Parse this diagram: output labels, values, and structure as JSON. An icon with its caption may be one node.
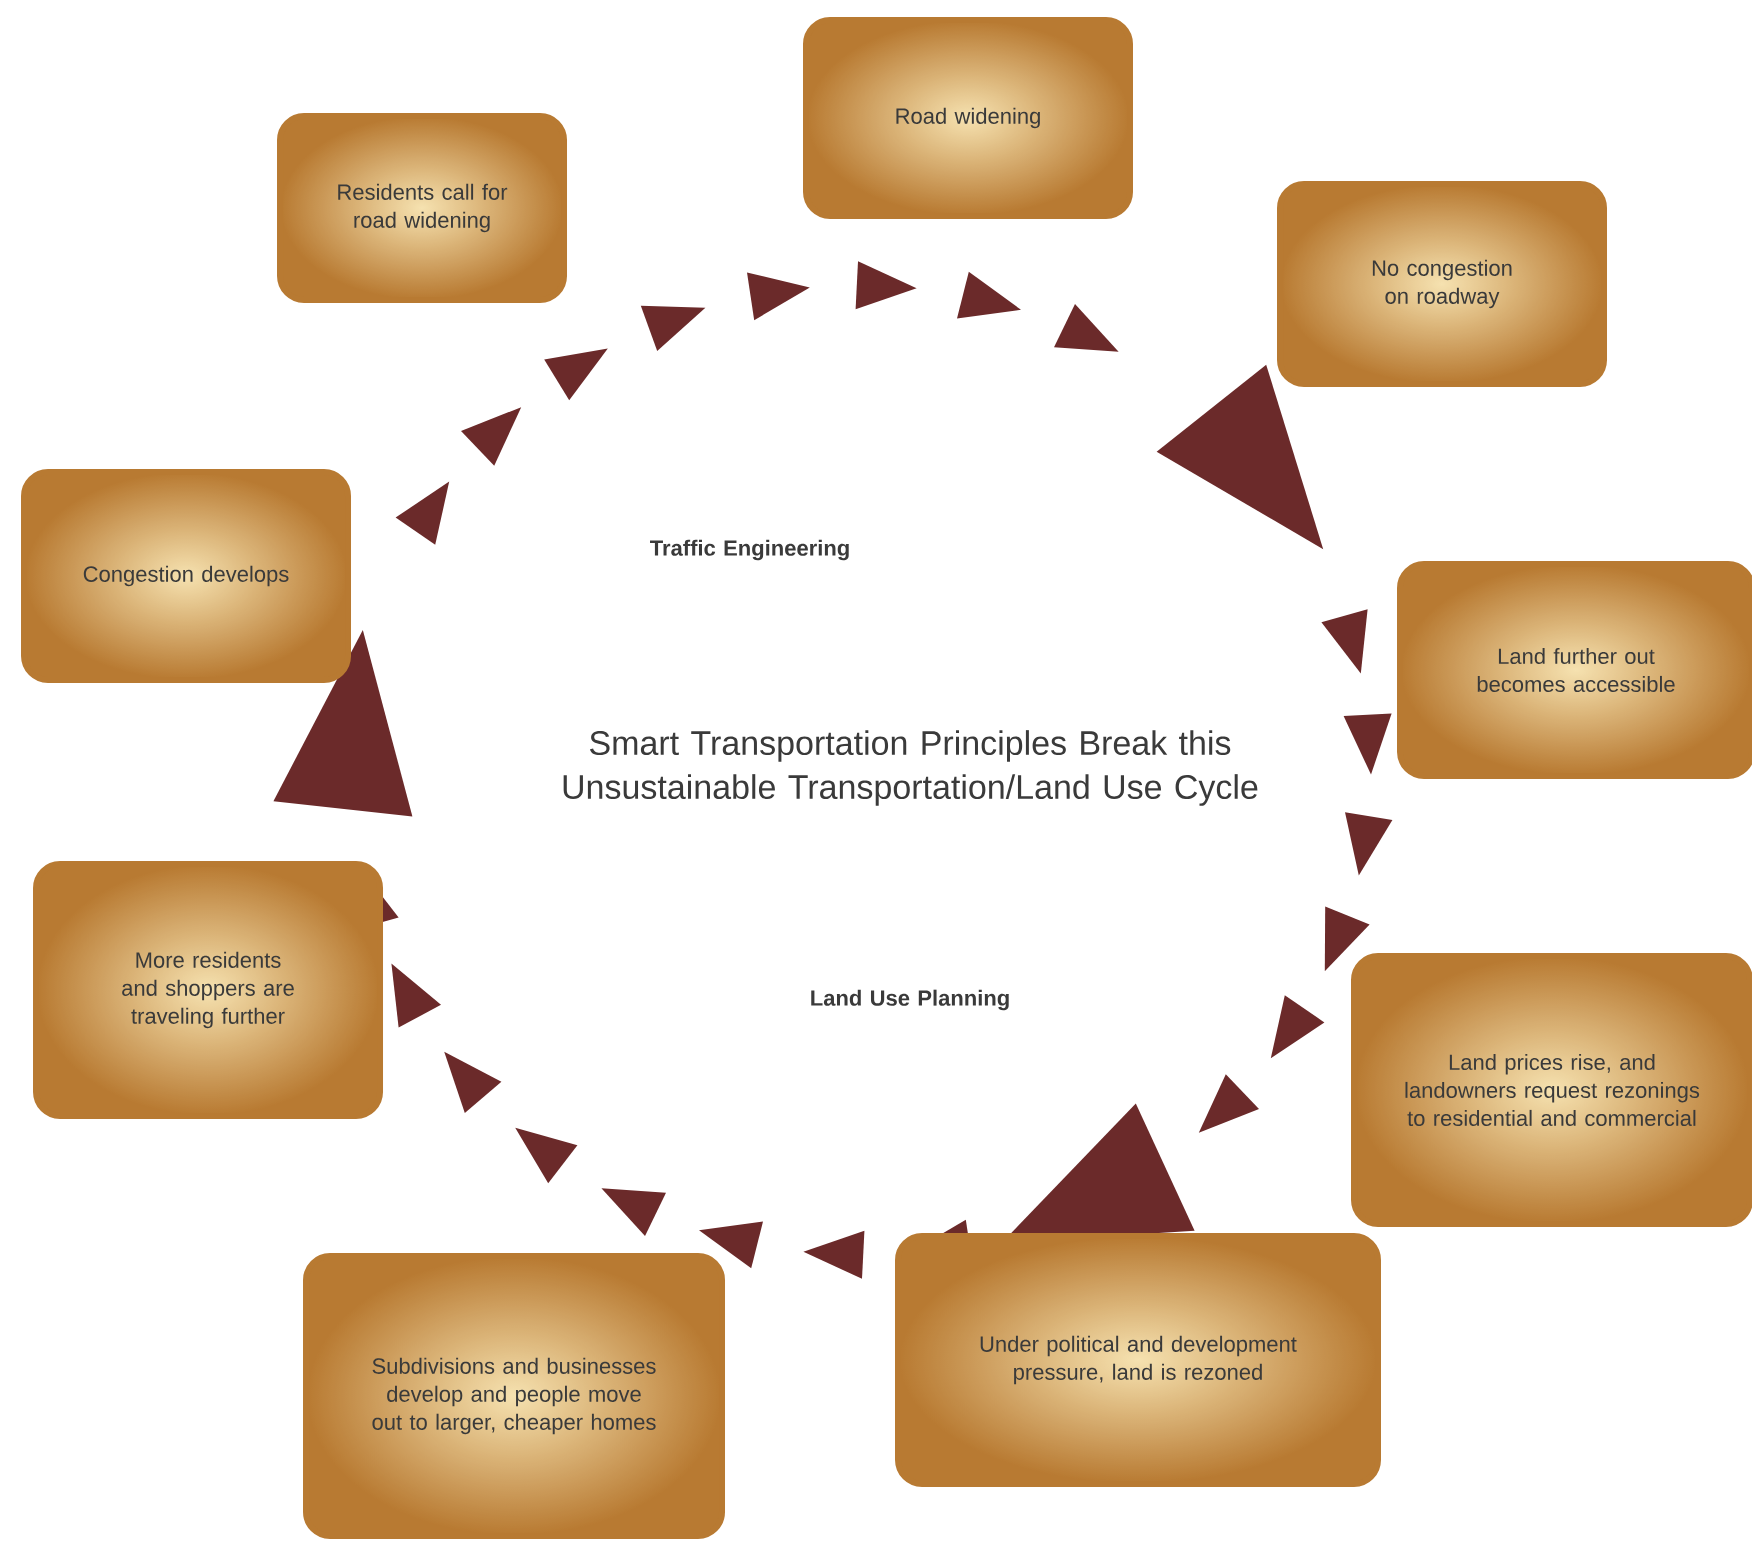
{
  "diagram": {
    "nodes": [
      {
        "text": [
          "Residents call for road widening"
        ]
      },
      {
        "text": [
          "Road widening"
        ]
      },
      {
        "text": [
          "No congestion on roadway"
        ]
      },
      {
        "text": [
          "Land further out becomes accessible"
        ]
      },
      {
        "text": [
          "Land prices rise, and landowners request rezonings to residential and commercial"
        ]
      },
      {
        "text": [
          "Under political and development pressure, land is rezoned"
        ]
      },
      {
        "text": [
          "Subdivisions and businesses develop and people move out to larger, cheaper homes"
        ]
      },
      {
        "text": [
          "More residents and shoppers are traveling further"
        ]
      },
      {
        "text": [
          "Congestion develops"
        ]
      }
    ],
    "labels": [
      "Traffic Engineering",
      "Smart Transportation Principles Break this Unsustainable Transportation/Land Use Cycle",
      "Land Use Planning"
    ]
  }
}
